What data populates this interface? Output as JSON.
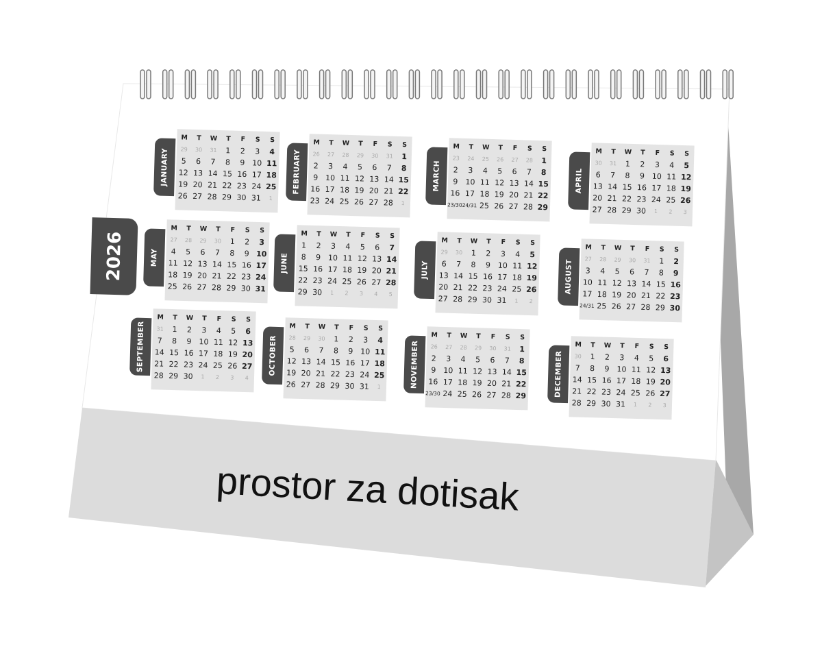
{
  "year": "2026",
  "weekdays": [
    "M",
    "T",
    "W",
    "T",
    "F",
    "S",
    "S"
  ],
  "imprint_text": "prostor za dotisak",
  "colors": {
    "tab": "#4a4a4a",
    "grid": "#e4e4e4",
    "base": "#dcdcdc",
    "stand": "#a8a8a8"
  },
  "months": [
    {
      "name": "JANUARY",
      "lead": 3,
      "trail": 1,
      "weeks": [
        [
          "29",
          "30",
          "31",
          "1",
          "2",
          "3",
          "4"
        ],
        [
          "5",
          "6",
          "7",
          "8",
          "9",
          "10",
          "11"
        ],
        [
          "12",
          "13",
          "14",
          "15",
          "16",
          "17",
          "18"
        ],
        [
          "19",
          "20",
          "21",
          "22",
          "23",
          "24",
          "25"
        ],
        [
          "26",
          "27",
          "28",
          "29",
          "30",
          "31",
          "1"
        ]
      ]
    },
    {
      "name": "FEBRUARY",
      "lead": 6,
      "trail": 1,
      "weeks": [
        [
          "26",
          "27",
          "28",
          "29",
          "30",
          "31",
          "1"
        ],
        [
          "2",
          "3",
          "4",
          "5",
          "6",
          "7",
          "8"
        ],
        [
          "9",
          "10",
          "11",
          "12",
          "13",
          "14",
          "15"
        ],
        [
          "16",
          "17",
          "18",
          "19",
          "20",
          "21",
          "22"
        ],
        [
          "23",
          "24",
          "25",
          "26",
          "27",
          "28",
          "1"
        ]
      ]
    },
    {
      "name": "MARCH",
      "lead": 6,
      "trail": 0,
      "weeks": [
        [
          "23",
          "24",
          "25",
          "26",
          "27",
          "28",
          "1"
        ],
        [
          "2",
          "3",
          "4",
          "5",
          "6",
          "7",
          "8"
        ],
        [
          "9",
          "10",
          "11",
          "12",
          "13",
          "14",
          "15"
        ],
        [
          "16",
          "17",
          "18",
          "19",
          "20",
          "21",
          "22"
        ],
        [
          "23/30",
          "24/31",
          "25",
          "26",
          "27",
          "28",
          "29"
        ]
      ]
    },
    {
      "name": "APRIL",
      "lead": 2,
      "trail": 3,
      "weeks": [
        [
          "30",
          "31",
          "1",
          "2",
          "3",
          "4",
          "5"
        ],
        [
          "6",
          "7",
          "8",
          "9",
          "10",
          "11",
          "12"
        ],
        [
          "13",
          "14",
          "15",
          "16",
          "17",
          "18",
          "19"
        ],
        [
          "20",
          "21",
          "22",
          "23",
          "24",
          "25",
          "26"
        ],
        [
          "27",
          "28",
          "29",
          "30",
          "1",
          "2",
          "3"
        ]
      ]
    },
    {
      "name": "MAY",
      "lead": 4,
      "trail": 0,
      "weeks": [
        [
          "27",
          "28",
          "29",
          "30",
          "1",
          "2",
          "3"
        ],
        [
          "4",
          "5",
          "6",
          "7",
          "8",
          "9",
          "10"
        ],
        [
          "11",
          "12",
          "13",
          "14",
          "15",
          "16",
          "17"
        ],
        [
          "18",
          "19",
          "20",
          "21",
          "22",
          "23",
          "24"
        ],
        [
          "25",
          "26",
          "27",
          "28",
          "29",
          "30",
          "31"
        ]
      ]
    },
    {
      "name": "JUNE",
      "lead": 0,
      "trail": 5,
      "weeks": [
        [
          "1",
          "2",
          "3",
          "4",
          "5",
          "6",
          "7"
        ],
        [
          "8",
          "9",
          "10",
          "11",
          "12",
          "13",
          "14"
        ],
        [
          "15",
          "16",
          "17",
          "18",
          "19",
          "20",
          "21"
        ],
        [
          "22",
          "23",
          "24",
          "25",
          "26",
          "27",
          "28"
        ],
        [
          "29",
          "30",
          "1",
          "2",
          "3",
          "4",
          "5"
        ]
      ]
    },
    {
      "name": "JULY",
      "lead": 2,
      "trail": 2,
      "weeks": [
        [
          "29",
          "30",
          "1",
          "2",
          "3",
          "4",
          "5"
        ],
        [
          "6",
          "7",
          "8",
          "9",
          "10",
          "11",
          "12"
        ],
        [
          "13",
          "14",
          "15",
          "16",
          "17",
          "18",
          "19"
        ],
        [
          "20",
          "21",
          "22",
          "23",
          "24",
          "25",
          "26"
        ],
        [
          "27",
          "28",
          "29",
          "30",
          "31",
          "1",
          "2"
        ]
      ]
    },
    {
      "name": "AUGUST",
      "lead": 5,
      "trail": 0,
      "weeks": [
        [
          "27",
          "28",
          "29",
          "30",
          "31",
          "1",
          "2"
        ],
        [
          "3",
          "4",
          "5",
          "6",
          "7",
          "8",
          "9"
        ],
        [
          "10",
          "11",
          "12",
          "13",
          "14",
          "15",
          "16"
        ],
        [
          "17",
          "18",
          "19",
          "20",
          "21",
          "22",
          "23"
        ],
        [
          "24/31",
          "25",
          "26",
          "27",
          "28",
          "29",
          "30"
        ]
      ]
    },
    {
      "name": "SEPTEMBER",
      "lead": 1,
      "trail": 4,
      "weeks": [
        [
          "31",
          "1",
          "2",
          "3",
          "4",
          "5",
          "6"
        ],
        [
          "7",
          "8",
          "9",
          "10",
          "11",
          "12",
          "13"
        ],
        [
          "14",
          "15",
          "16",
          "17",
          "18",
          "19",
          "20"
        ],
        [
          "21",
          "22",
          "23",
          "24",
          "25",
          "26",
          "27"
        ],
        [
          "28",
          "29",
          "30",
          "1",
          "2",
          "3",
          "4"
        ]
      ]
    },
    {
      "name": "OCTOBER",
      "lead": 3,
      "trail": 1,
      "weeks": [
        [
          "28",
          "29",
          "30",
          "1",
          "2",
          "3",
          "4"
        ],
        [
          "5",
          "6",
          "7",
          "8",
          "9",
          "10",
          "11"
        ],
        [
          "12",
          "13",
          "14",
          "15",
          "16",
          "17",
          "18"
        ],
        [
          "19",
          "20",
          "21",
          "22",
          "23",
          "24",
          "25"
        ],
        [
          "26",
          "27",
          "28",
          "29",
          "30",
          "31",
          "1"
        ]
      ]
    },
    {
      "name": "NOVEMBER",
      "lead": 6,
      "trail": 0,
      "weeks": [
        [
          "26",
          "27",
          "28",
          "29",
          "30",
          "31",
          "1"
        ],
        [
          "2",
          "3",
          "4",
          "5",
          "6",
          "7",
          "8"
        ],
        [
          "9",
          "10",
          "11",
          "12",
          "13",
          "14",
          "15"
        ],
        [
          "16",
          "17",
          "18",
          "19",
          "20",
          "21",
          "22"
        ],
        [
          "23/30",
          "24",
          "25",
          "26",
          "27",
          "28",
          "29"
        ]
      ]
    },
    {
      "name": "DECEMBER",
      "lead": 1,
      "trail": 3,
      "weeks": [
        [
          "30",
          "1",
          "2",
          "3",
          "4",
          "5",
          "6"
        ],
        [
          "7",
          "8",
          "9",
          "10",
          "11",
          "12",
          "13"
        ],
        [
          "14",
          "15",
          "16",
          "17",
          "18",
          "19",
          "20"
        ],
        [
          "21",
          "22",
          "23",
          "24",
          "25",
          "26",
          "27"
        ],
        [
          "28",
          "29",
          "30",
          "31",
          "1",
          "2",
          "3"
        ]
      ]
    }
  ]
}
